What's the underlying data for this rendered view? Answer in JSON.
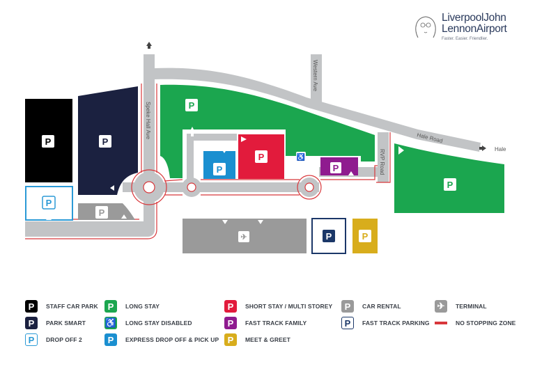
{
  "logo": {
    "line1": "LiverpoolJohn",
    "line2": "LennonAirport",
    "tagline": "Faster. Easier. Friendlier."
  },
  "roads": {
    "speke_hall_ave": "Speke Hall Ave",
    "western_ave": "Western Ave",
    "hale_road": "Hale Road",
    "rvp_road": "RVP Road",
    "hale_direction": "Hale"
  },
  "colors": {
    "staff": "#000000",
    "park_smart": "#1b2140",
    "drop_off_2": "#2b9ad6",
    "long_stay": "#1ba64f",
    "express": "#1a8fd0",
    "short_stay": "#e21b3c",
    "fast_track_family": "#8f1b8f",
    "meet_greet": "#d8ad1c",
    "car_rental": "#9a9a9a",
    "fast_track_parking": "#1b3768",
    "terminal": "#9a9a9a",
    "road": "#c2c4c6",
    "no_stopping": "#d8373b"
  },
  "map": {
    "parking_symbol": "P",
    "disabled_symbol": "♿",
    "terminal_symbol": "✈"
  },
  "legend": [
    {
      "key": "staff",
      "label": "STAFF CAR PARK",
      "icon": "P",
      "style": "solid"
    },
    {
      "key": "park_smart",
      "label": "PARK SMART",
      "icon": "P",
      "style": "solid"
    },
    {
      "key": "drop_off_2",
      "label": "DROP OFF 2",
      "icon": "P",
      "style": "outline"
    },
    {
      "key": "long_stay",
      "label": "LONG STAY",
      "icon": "P",
      "style": "solid"
    },
    {
      "key": "long_stay_disabled",
      "label": "LONG STAY DISABLED",
      "icon": "♿",
      "style": "solid"
    },
    {
      "key": "express",
      "label": "EXPRESS DROP OFF & PICK UP",
      "icon": "P",
      "style": "solid"
    },
    {
      "key": "short_stay",
      "label": "SHORT STAY / MULTI STOREY",
      "icon": "P",
      "style": "solid"
    },
    {
      "key": "fast_track_family",
      "label": "FAST TRACK FAMILY",
      "icon": "P",
      "style": "solid"
    },
    {
      "key": "meet_greet",
      "label": "MEET & GREET",
      "icon": "P",
      "style": "solid"
    },
    {
      "key": "car_rental",
      "label": "CAR RENTAL",
      "icon": "P",
      "style": "solid"
    },
    {
      "key": "fast_track_parking",
      "label": "FAST TRACK PARKING",
      "icon": "P",
      "style": "outline"
    },
    {
      "key": "terminal",
      "label": "TERMINAL",
      "icon": "✈",
      "style": "solid"
    },
    {
      "key": "no_stopping",
      "label": "NO STOPPING ZONE",
      "icon": "",
      "style": "line"
    }
  ]
}
